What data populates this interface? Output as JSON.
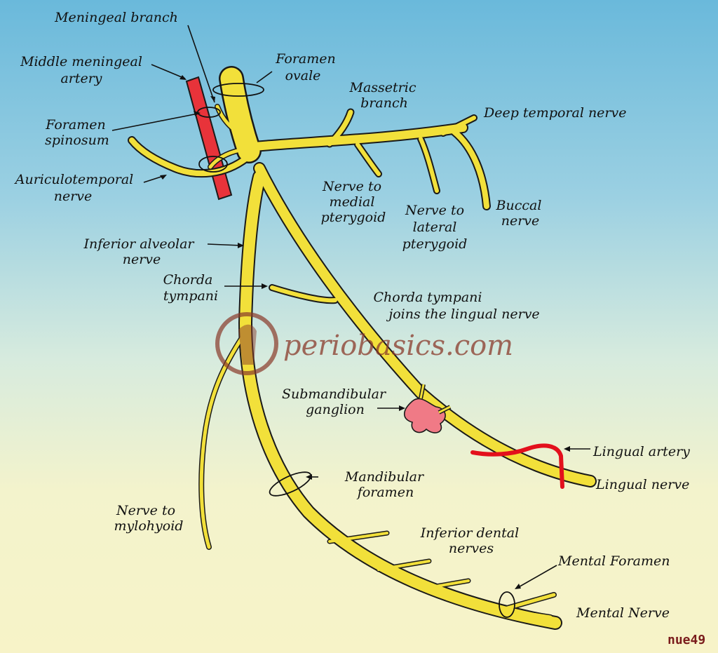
{
  "labels": {
    "meningeal_branch": "Meningeal branch",
    "middle_meningeal_l1": "Middle meningeal",
    "middle_meningeal_l2": "artery",
    "foramen_ovale_l1": "Foramen",
    "foramen_ovale_l2": "ovale",
    "masseteric_l1": "Massetric",
    "masseteric_l2": "branch",
    "deep_temporal": "Deep temporal nerve",
    "foramen_spinosum_l1": "Foramen",
    "foramen_spinosum_l2": "spinosum",
    "auriculotemporal_l1": "Auriculotemporal",
    "auriculotemporal_l2": "nerve",
    "medial_pterygoid_l1": "Nerve to",
    "medial_pterygoid_l2": "medial",
    "medial_pterygoid_l3": "pterygoid",
    "lateral_pterygoid_l1": "Nerve to",
    "lateral_pterygoid_l2": "lateral",
    "lateral_pterygoid_l3": "pterygoid",
    "buccal_l1": "Buccal",
    "buccal_l2": "nerve",
    "inferior_alveolar_l1": "Inferior alveolar",
    "inferior_alveolar_l2": "nerve",
    "chorda_tympani_l1": "Chorda",
    "chorda_tympani_l2": "tympani",
    "chorda_joins_l1": "Chorda tympani",
    "chorda_joins_l2": "joins the lingual nerve",
    "submandibular_l1": "Submandibular",
    "submandibular_l2": "ganglion",
    "lingual_artery": "Lingual artery",
    "lingual_nerve": "Lingual nerve",
    "mandibular_foramen_l1": "Mandibular",
    "mandibular_foramen_l2": "foramen",
    "mylohyoid_l1": "Nerve to",
    "mylohyoid_l2": "mylohyoid",
    "inferior_dental_l1": "Inferior dental",
    "inferior_dental_l2": "nerves",
    "mental_foramen": "Mental Foramen",
    "mental_nerve": "Mental Nerve"
  },
  "watermark": "periobasics.com",
  "signature": "nue49",
  "colors": {
    "nerve": "#f2e03a",
    "artery": "#e8333a",
    "lingual_artery": "#e3101c",
    "ganglion": "#f07a86",
    "outline": "#1a1a1a"
  }
}
